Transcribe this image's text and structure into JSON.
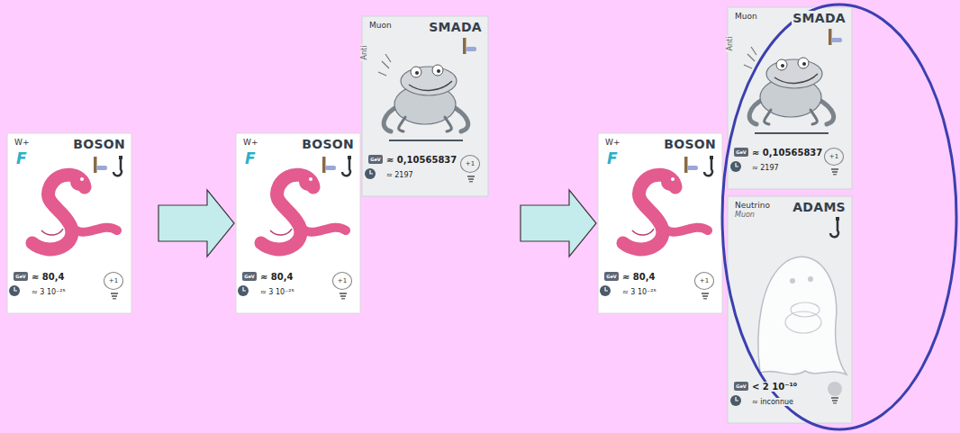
{
  "diagram": {
    "nodes": [
      {
        "text": [
          "W+",
          "BOSON",
          "F",
          "GeV",
          "≈ 80,4",
          "≈ 3 10⁻²⁵",
          "+1"
        ]
      },
      {
        "text": [
          "W+",
          "BOSON",
          "F",
          "GeV",
          "≈ 80,4",
          "≈ 3 10⁻²⁵",
          "+1"
        ]
      },
      {
        "text": [
          "Muon",
          "Anti",
          "SMADA",
          "GeV",
          "≈ 0,10565837",
          "≈ 2197",
          "+1"
        ]
      },
      {
        "text": [
          "W+",
          "BOSON",
          "F",
          "GeV",
          "≈ 80,4",
          "≈ 3 10⁻²⁵",
          "+1"
        ]
      },
      {
        "text": [
          "Muon",
          "Anti",
          "SMADA",
          "GeV",
          "≈ 0,10565837",
          "≈ 2197",
          "+1"
        ]
      },
      {
        "text": [
          "Neutrino",
          "Muon",
          "ADAMS",
          "GeV",
          "< 2 10⁻¹⁰",
          "≈ inconnue"
        ]
      }
    ],
    "edges": [
      {
        "from": 0,
        "to": 1,
        "arrow": "to"
      },
      {
        "from": 1,
        "to": 3,
        "arrow": "to"
      }
    ]
  }
}
